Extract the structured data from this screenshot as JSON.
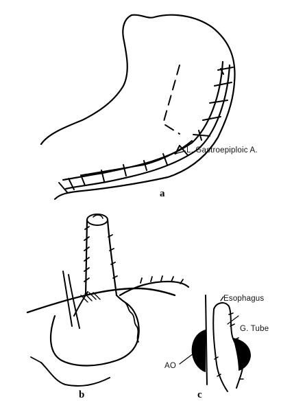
{
  "figure": {
    "panels": [
      {
        "letter": "a"
      },
      {
        "letter": "b"
      },
      {
        "letter": "c"
      }
    ],
    "labels": {
      "gastroepiploic": "L. Gastroepiploic A.",
      "esophagus": "Esophagus",
      "g_tube": "G. Tube",
      "ao": "AO"
    }
  }
}
